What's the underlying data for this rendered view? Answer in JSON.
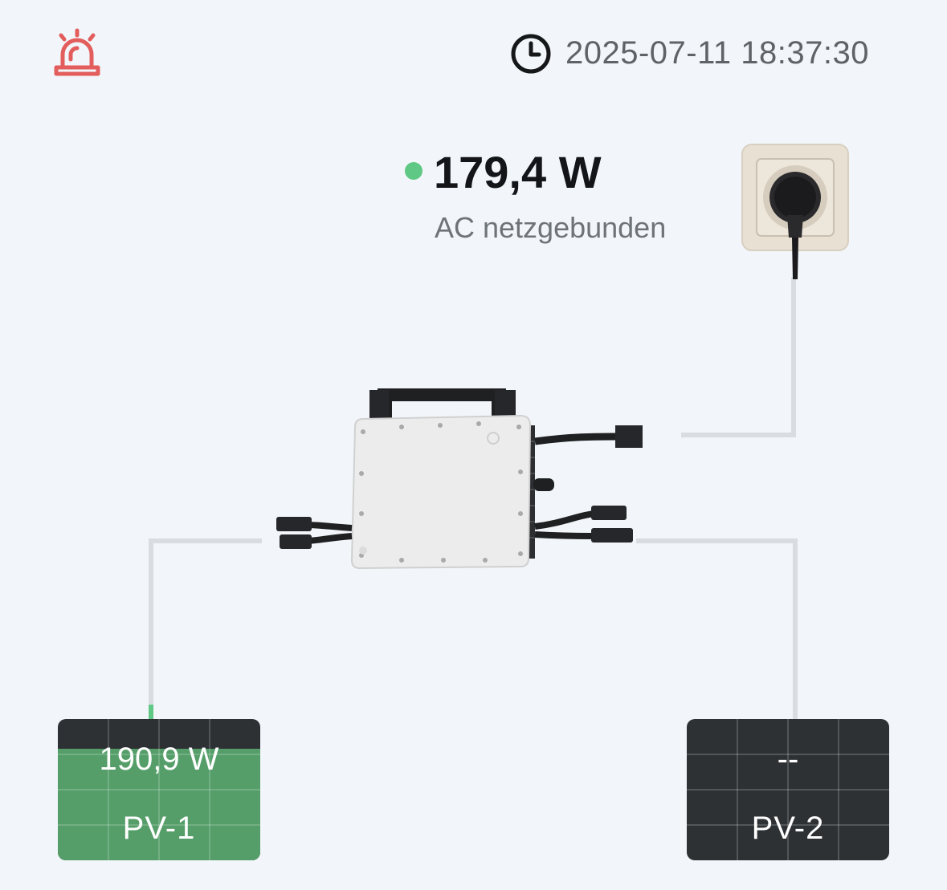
{
  "header": {
    "alarm_icon": "alarm-light-icon",
    "clock_icon": "clock-icon",
    "datetime": "2025-07-11 18:37:30"
  },
  "ac": {
    "power": "179,4 W",
    "label": "AC netzgebunden",
    "status_color": "#5ec884"
  },
  "grid": {
    "icon": "power-socket-icon"
  },
  "inverter": {
    "icon": "microinverter-icon"
  },
  "panels": [
    {
      "name": "PV-1",
      "power": "190,9 W",
      "fill_fraction": 0.79,
      "fill_color": "#559e69"
    },
    {
      "name": "PV-2",
      "power": "--",
      "fill_fraction": 0,
      "fill_color": "#559e69"
    }
  ],
  "colors": {
    "background": "#f2f6fa",
    "alarm": "#e35d5d",
    "flow_active": "#5ec884",
    "wire_idle": "#d9dde2"
  }
}
